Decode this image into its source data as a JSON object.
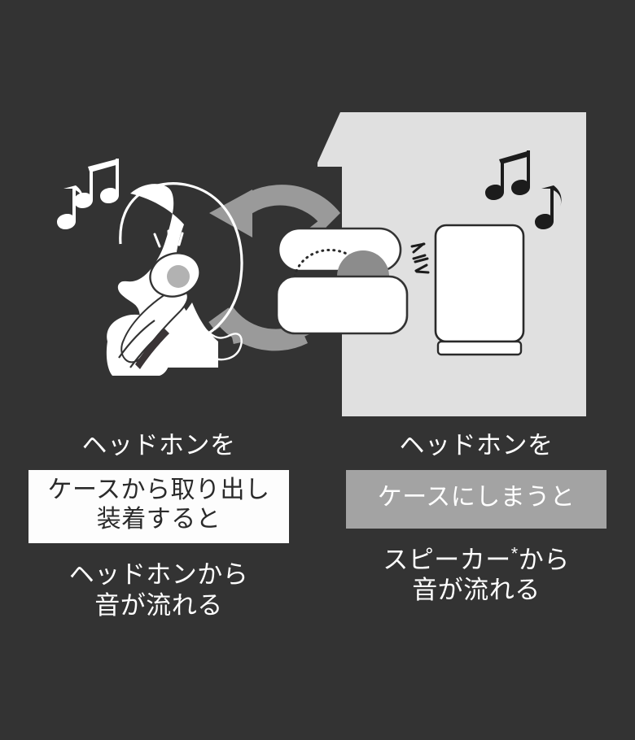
{
  "background_color": "#333333",
  "panel_color": "#e0e0e0",
  "illustration": {
    "name": "headphone-case-speaker-diagram",
    "left_scene": {
      "name": "person-wearing-earbud",
      "description": "person-profile-inserting-earbud",
      "notes": "white-music-notes"
    },
    "center_scene": {
      "name": "earbud-charging-case",
      "description": "open-charging-case-with-earbud"
    },
    "right_scene": {
      "name": "bluetooth-speaker",
      "description": "speaker-on-light-panel",
      "notes": "black-music-notes"
    },
    "cycle_arrow": {
      "name": "circular-exchange-arrow",
      "color": "#9a9a9a"
    }
  },
  "columns": [
    {
      "id": "left",
      "lead_text": "ヘッドホンを",
      "condition_style": "white",
      "condition_lines": [
        "ケースから取り出し",
        "装着すると"
      ],
      "result_lines": [
        "ヘッドホンから",
        "音が流れる"
      ],
      "result_footnote": ""
    },
    {
      "id": "right",
      "lead_text": "ヘッドホンを",
      "condition_style": "gray",
      "condition_lines": [
        "ケースにしまうと"
      ],
      "result_lines": [
        "スピーカー",
        "から",
        "音が流れる"
      ],
      "result_footnote": "*"
    }
  ],
  "colors": {
    "white_box_bg": "#fdfdfd",
    "white_box_text": "#2a2a2a",
    "gray_box_bg": "#a3a3a3",
    "gray_box_text": "#ffffff",
    "body_text": "#ffffff",
    "arrow_gray": "#9a9a9a"
  }
}
